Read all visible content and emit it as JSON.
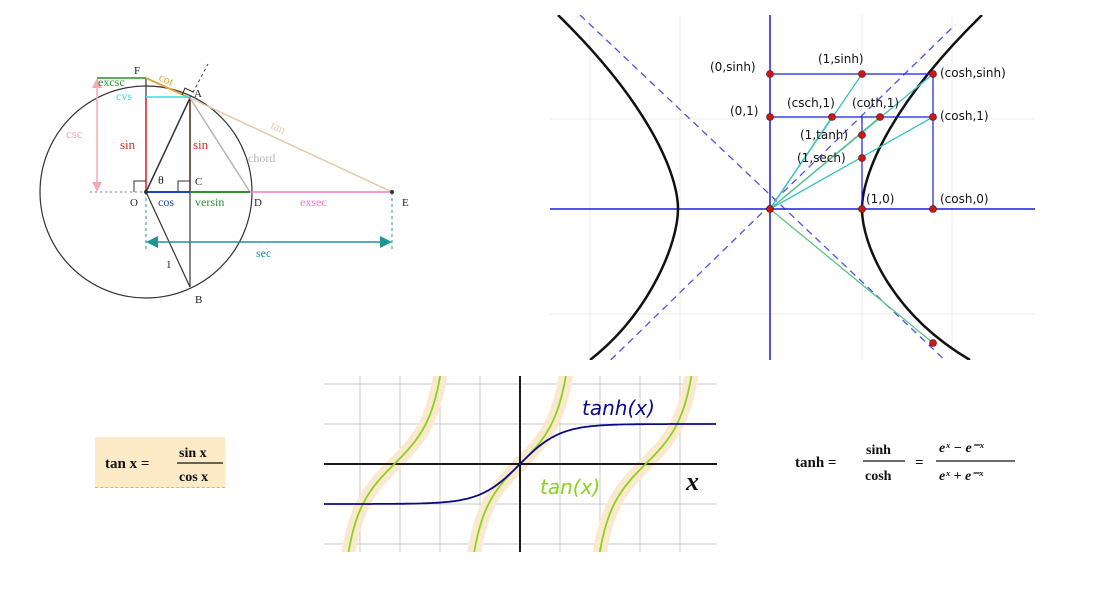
{
  "circle_diagram": {
    "labels": {
      "F": "F",
      "A": "A",
      "O": "O",
      "C": "C",
      "D": "D",
      "E": "E",
      "B": "B",
      "theta": "θ",
      "one": "1",
      "cot": "cot",
      "excsc": "excsc",
      "cvs": "cvs",
      "csc": "csc",
      "sin_left": "sin",
      "sin_right": "sin",
      "tan": "tan",
      "chord": "chord",
      "cos": "cos",
      "versin": "versin",
      "exsec": "exsec",
      "sec": "sec"
    },
    "colors": {
      "sin": "#e8282e",
      "cos": "#2141c8",
      "versin": "#2b8f2f",
      "excsc": "#2b8f2f",
      "cvs": "#2ee3e3",
      "csc": "#f5a9b6",
      "cot": "#e3a43a",
      "tan": "#e6c9a8",
      "chord": "#b5b5b5",
      "exsec": "#f07bd0",
      "sec": "#1e9494"
    }
  },
  "hyperbola_diagram": {
    "points": {
      "zero_sinh": "(0,sinh)",
      "one_sinh": "(1,sinh)",
      "cosh_sinh": "(cosh,sinh)",
      "zero_one": "(0,1)",
      "csch_one": "(csch,1)",
      "coth_one": "(coth,1)",
      "cosh_one": "(cosh,1)",
      "one_tanh": "(1,tanh)",
      "one_sech": "(1,sech)",
      "one_zero": "(1,0)",
      "cosh_zero": "(cosh,0)"
    },
    "colors": {
      "axes": "#1c1ce0",
      "asymptote": "#5050e8",
      "curve": "#111111",
      "ray": "#3cc2c2",
      "ray2": "#5cc483",
      "point": "#c81818"
    }
  },
  "tan_equation": {
    "lhs": "tan x =",
    "num": "sin x",
    "den": "cos x"
  },
  "tanh_plot": {
    "label_tanh": "tanh(x)",
    "label_tan": "tan(x)",
    "label_x": "x",
    "colors": {
      "tanh": "#0a0a8a",
      "tan": "#8bd21a",
      "axes": "#1a1a1a",
      "grid": "#c8c8c8"
    }
  },
  "tanh_equation": {
    "lhs": "tanh =",
    "num1": "sinh",
    "den1": "cosh",
    "eq2": "=",
    "num2": "eˣ − e⁻ˣ",
    "den2": "eˣ + e⁻ˣ"
  }
}
